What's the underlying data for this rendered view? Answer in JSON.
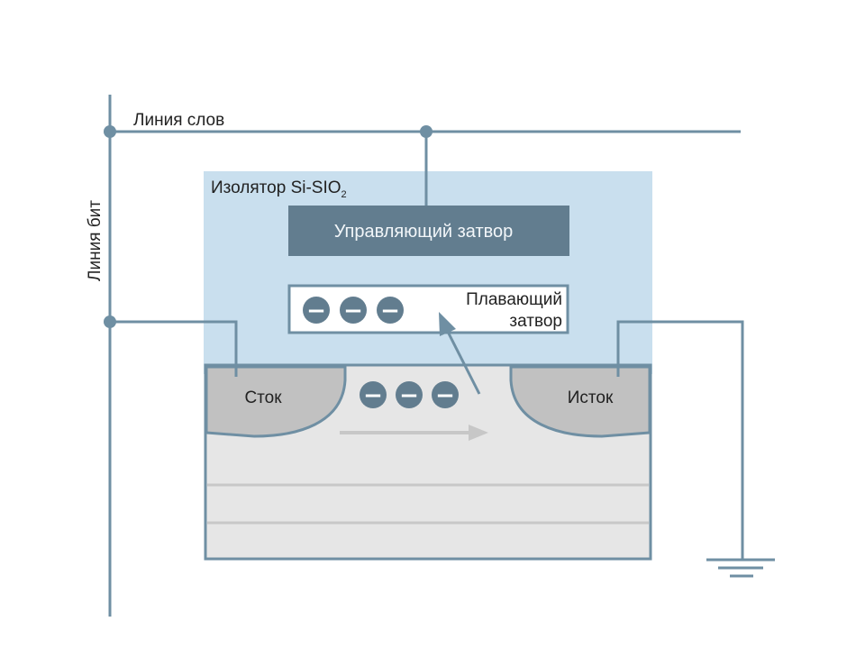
{
  "labels": {
    "word_line": "Линия слов",
    "bit_line": "Линия бит",
    "insulator": "Изолятор Si-SIO",
    "insulator_subscript": "2",
    "control_gate": "Управляющий затвор",
    "floating_gate_line1": "Плавающий",
    "floating_gate_line2": "затвор",
    "drain": "Сток",
    "source": "Исток"
  },
  "electron_symbol": "−",
  "colors": {
    "wire": "#6f8fa3",
    "insulator_fill": "#c9dfee",
    "control_gate_fill": "#627d8f",
    "substrate_fill": "#e6e6e6",
    "well_fill": "#c1c1c1",
    "electron_fill": "#627d8f",
    "flow_arrow": "#c7c7c7"
  }
}
